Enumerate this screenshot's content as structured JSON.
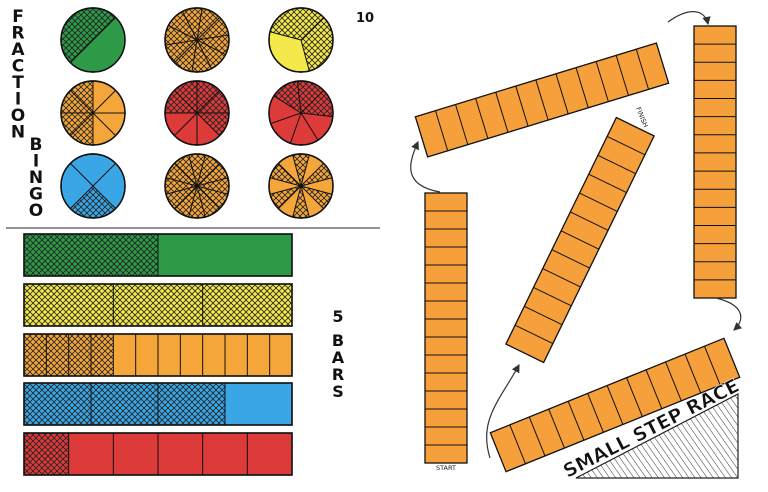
{
  "bingo": {
    "title_letters_1": [
      "F",
      "R",
      "A",
      "C",
      "T",
      "I",
      "O",
      "N"
    ],
    "title_letters_2": [
      "B",
      "I",
      "N",
      "G",
      "O"
    ],
    "card_number": "10",
    "circles": [
      {
        "color": "#2e9a48",
        "slices": 2,
        "hatched": [
          1
        ]
      },
      {
        "color": "#f5a63a",
        "slices": 10,
        "hatched": [
          0,
          1,
          2,
          3,
          4,
          5,
          6,
          7,
          8,
          9
        ]
      },
      {
        "color": "#f5e84a",
        "slices": 3,
        "hatched": [
          0,
          2
        ]
      },
      {
        "color": "#f5a63a",
        "slices": 8,
        "hatched": [
          3,
          4,
          5,
          6
        ]
      },
      {
        "color": "#dd3a3a",
        "slices": 8,
        "hatched": [
          5,
          6,
          7,
          0,
          1
        ]
      },
      {
        "color": "#dd3a3a",
        "slices": 7,
        "hatched": [
          5,
          6,
          0
        ]
      },
      {
        "color": "#3aa6e6",
        "slices": 4,
        "hatched": [
          1
        ]
      },
      {
        "color": "#f5a63a",
        "slices": 12,
        "hatched": [
          0,
          1,
          2,
          3,
          4,
          5,
          6,
          7,
          8,
          9,
          10,
          11
        ]
      },
      {
        "color": "#f5a63a",
        "slices": 12,
        "hatched": [
          0,
          2,
          4,
          6,
          8,
          10
        ]
      }
    ]
  },
  "bars": {
    "label_number": "5",
    "label_word": [
      "B",
      "A",
      "R",
      "S"
    ],
    "rows": [
      {
        "color": "#2e9a48",
        "parts": 2,
        "hatched": 1
      },
      {
        "color": "#f5e84a",
        "parts": 3,
        "hatched": 3
      },
      {
        "color": "#f5a63a",
        "parts": 12,
        "hatched": 4
      },
      {
        "color": "#3aa6e6",
        "parts": 4,
        "hatched": 3
      },
      {
        "color": "#dd3a3a",
        "parts": 6,
        "hatched": 1
      }
    ]
  },
  "race": {
    "title": "SMALL STEP RACE",
    "start_label": "START",
    "finish_label": "FINISH",
    "track_color": "#f5a03a",
    "strips": [
      {
        "name": "start-strip",
        "cells": 15
      },
      {
        "name": "top-strip",
        "cells": 12
      },
      {
        "name": "right-strip",
        "cells": 15
      },
      {
        "name": "bottom-strip",
        "cells": 12
      },
      {
        "name": "finish-strip",
        "cells": 12
      }
    ]
  }
}
